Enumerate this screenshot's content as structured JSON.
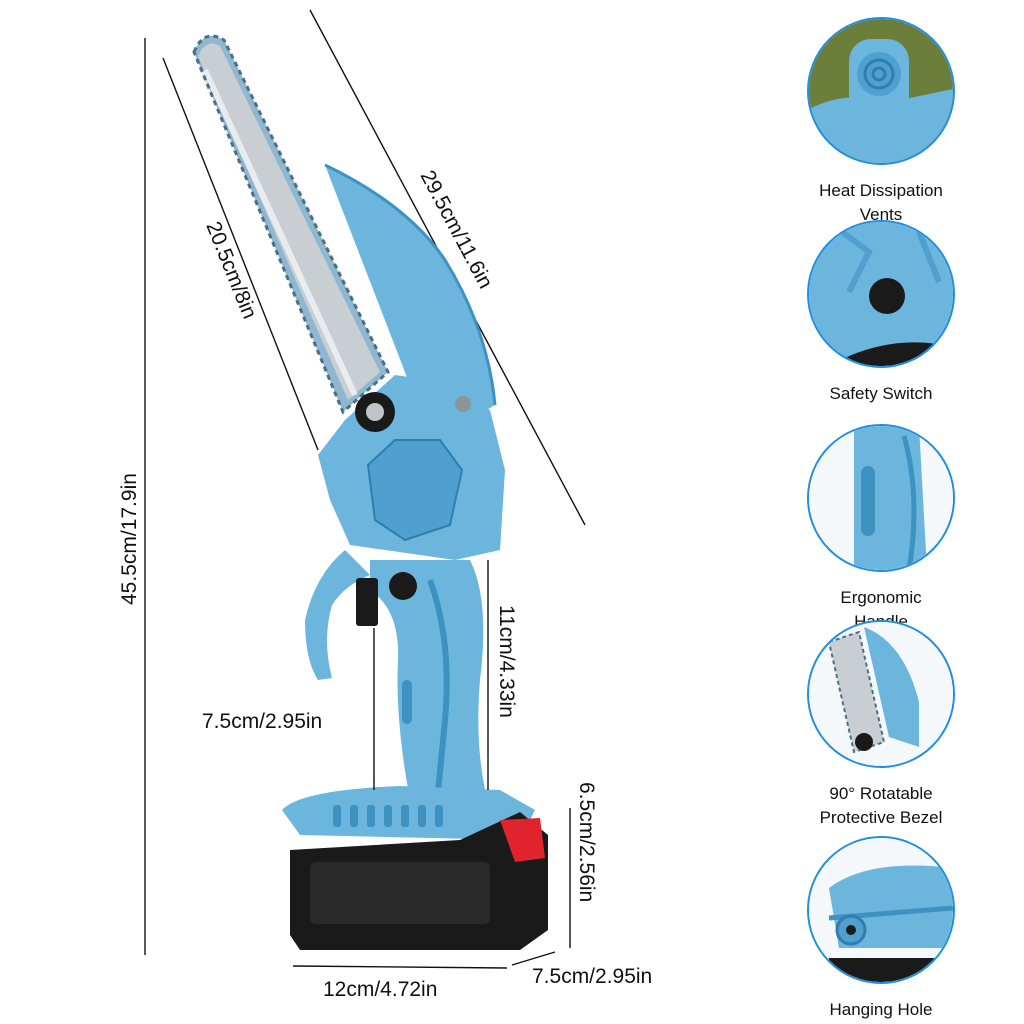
{
  "colors": {
    "body_blue": "#6cb6de",
    "body_dark": "#3d92c2",
    "blade_silver": "#c9ced3",
    "battery_black": "#1a1a1a",
    "battery_red": "#e0242d",
    "circle_border": "#1f8ee0"
  },
  "dimensions": {
    "total_height": "45.5cm/17.9in",
    "guide_bar": "20.5cm/8in",
    "overall_length": "29.5cm/11.6in",
    "handle_height": "11cm/4.33in",
    "grip_width": "7.5cm/2.95in",
    "battery_height": "6.5cm/2.56in",
    "battery_length": "12cm/4.72in",
    "battery_depth": "7.5cm/2.95in"
  },
  "features": [
    {
      "label": "Heat Dissipation\nVents",
      "icon": "vent-icon"
    },
    {
      "label": "Safety Switch",
      "icon": "safety-switch-icon"
    },
    {
      "label": "Ergonomic\nHandle",
      "icon": "handle-icon"
    },
    {
      "label": "90° Rotatable\nProtective Bezel",
      "icon": "bezel-icon"
    },
    {
      "label": "Hanging Hole",
      "icon": "hanging-hole-icon"
    }
  ]
}
